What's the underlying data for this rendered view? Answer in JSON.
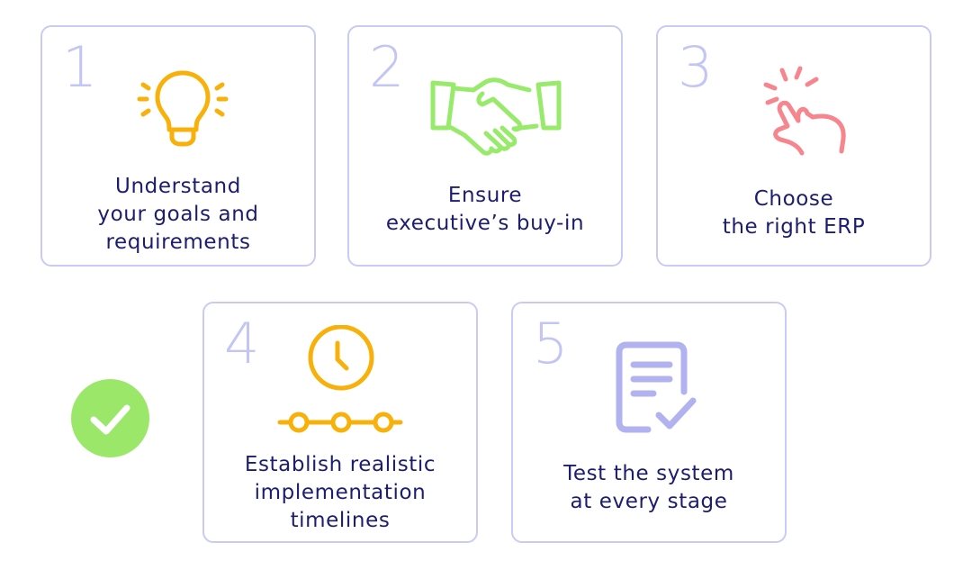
{
  "steps": [
    {
      "number": "1",
      "label": "Understand\nyour goals and\nrequirements",
      "icon": "lightbulb-icon",
      "color": "#f8b10a"
    },
    {
      "number": "2",
      "label": "Ensure\nexecutive’s buy-in",
      "icon": "handshake-icon",
      "color": "#98ea6a"
    },
    {
      "number": "3",
      "label": "Choose\nthe right ERP",
      "icon": "tap-finger-icon",
      "color": "#f7858e"
    },
    {
      "number": "4",
      "label": "Establish realistic\nimplementation\ntimelines",
      "icon": "clock-timeline-icon",
      "color": "#f8b10a"
    },
    {
      "number": "5",
      "label": "Test the system\nat every stage",
      "icon": "checklist-document-icon",
      "color": "#b2b2f0"
    }
  ],
  "status": {
    "icon": "checkmark-circle-icon",
    "color": "#9be769"
  },
  "colors": {
    "card_border": "#c9cbf5",
    "number": "#c3c5f4",
    "text": "#1c1d6e"
  }
}
